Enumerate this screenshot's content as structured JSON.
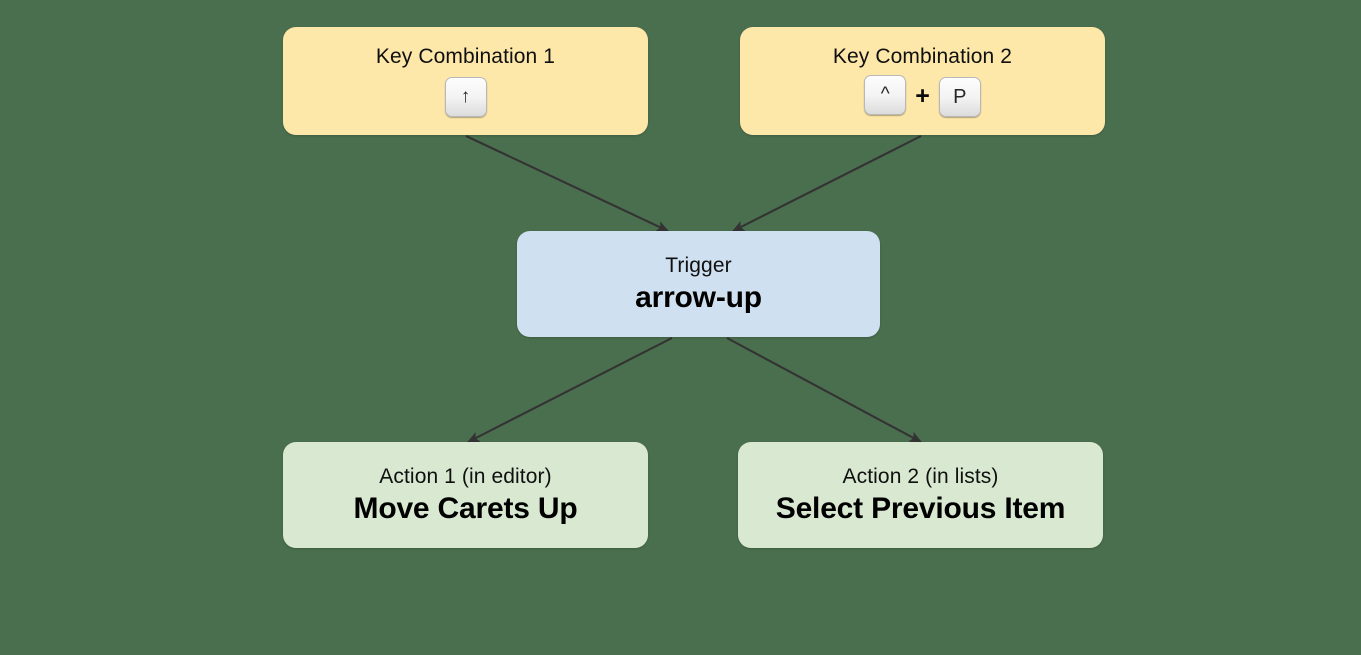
{
  "diagram": {
    "background_color": "#4a6f4e",
    "nodes": {
      "key_combination_1": {
        "title": "Key Combination 1",
        "keys": [
          "↑"
        ],
        "fill_color": "#fde7a9"
      },
      "key_combination_2": {
        "title": "Key Combination 2",
        "keys": [
          "^",
          "P"
        ],
        "separator": "+",
        "fill_color": "#fde7a9"
      },
      "trigger": {
        "title": "Trigger",
        "value": "arrow-up",
        "fill_color": "#cfe0f0"
      },
      "action_1": {
        "title": "Action 1 (in editor)",
        "value": "Move Carets Up",
        "fill_color": "#d9e9d1"
      },
      "action_2": {
        "title": "Action 2 (in lists)",
        "value": "Select Previous Item",
        "fill_color": "#d9e9d1"
      }
    },
    "edges": [
      {
        "from": "key_combination_1",
        "to": "trigger"
      },
      {
        "from": "key_combination_2",
        "to": "trigger"
      },
      {
        "from": "trigger",
        "to": "action_1"
      },
      {
        "from": "trigger",
        "to": "action_2"
      }
    ],
    "edge_color": "#333333"
  }
}
